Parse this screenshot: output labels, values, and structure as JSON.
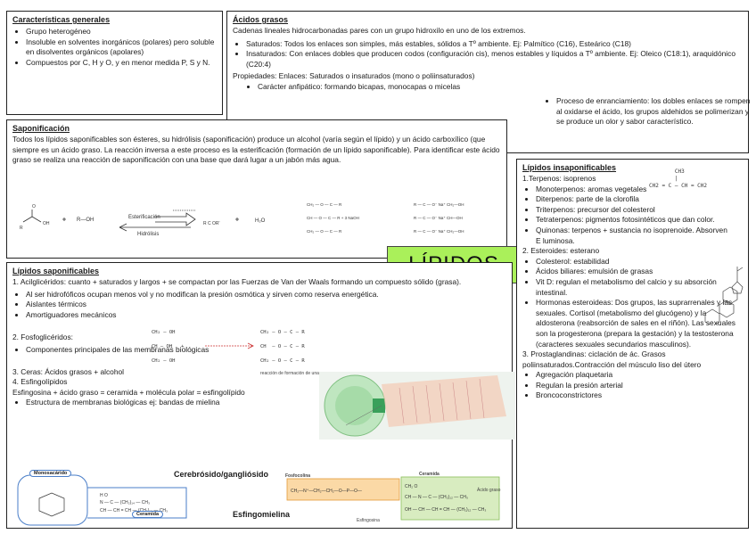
{
  "generales": {
    "title": "Características generales",
    "items": [
      "Grupo heterogéneo",
      "Insoluble en solventes inorgánicos (polares) pero soluble en disolventes orgánicos (apolares)",
      "Compuestos por C, H y O, y en menor medida P, S y N."
    ]
  },
  "acidos": {
    "title": "Ácidos grasos",
    "intro": "Cadenas lineales hidrocarbonadas pares con un grupo hidroxilo en uno de los extremos.",
    "items": [
      "Saturados: Todos los enlaces son simples, más estables, sólidos a Tº ambiente. Ej: Palmítico (C16), Esteárico (C18)",
      "Insaturados: Con enlaces dobles que producen codos (configuración cis), menos estables y líquidos a Tº ambiente. Ej: Oleico (C18:1), araquidónico (C20:4)"
    ],
    "propiedades": "Propiedades: Enlaces: Saturados o insaturados (mono o poliinsaturados)",
    "anfipatico": "Carácter anfipático: formando bicapas, monocapas o micelas",
    "enranciamiento": "Proceso de enranciamiento: los dobles enlaces se rompen al oxidarse el ácido, los grupos aldehidos se polimerizan y se produce un olor y sabor característico."
  },
  "saponificacion": {
    "title": "Saponificación",
    "text": "Todos los lípidos saponificables son ésteres, su hidrólisis (saponificación) produce un alcohol (varía según el lípido) y un ácido carboxílico (que siempre es un ácido graso. La reacción inversa a este proceso es la esterificación (formación de un lípido saponificable). Para identificar este ácido graso se realiza una reacción de saponificación con una base que dará lugar a un jabón más agua.",
    "arrow_top": "Esterificación",
    "arrow_bottom": "Hidrólisis"
  },
  "banner": "LÍPIDOS",
  "saponificables": {
    "title": "Lípidos saponificables",
    "acil": "1. Acilglicéridos: cuanto + saturados y largos + se compactan por las Fuerzas de Van der Waals formando un compuesto sólido (grasa).",
    "acil_items": [
      "Al ser hidrofóficos ocupan menos vol y no modifican la presión osmótica y sirven como reserva energética.",
      "Aislantes térmicos",
      "Amortiguadores mecánicos"
    ],
    "fosfo": "2. Fosfoglicéridos:",
    "fosfo_items": [
      "Componentes principales de las membranas biológicas"
    ],
    "ceras": "3. Ceras: Ácidos grasos + alcohol",
    "esfingo": "4. Esfingolípidos",
    "esfingo_def": "Esfingosina + ácido graso = ceramida + molécula polar = esfingolípido",
    "esfingo_items": [
      "Estructura de membranas biológicas ej: bandas de mielina"
    ],
    "cerebrosido": "Cerebrósido/gangliósido",
    "esfingomielina": "Esfingomielina",
    "monosacarido": "Monosacárido",
    "ceramida": "Ceramida",
    "fosfocolina": "Fosfocolina",
    "acido_graso": "Ácido graso",
    "esfingosina": "Esfingosina",
    "reaccion": "reacción de formación de una grasa"
  },
  "insaponificables": {
    "title": "Lípidos insaponificables",
    "terpenos": "1.Terpenos: isoprenos",
    "terpenos_items": [
      "Monoterpenos: aromas vegetales",
      "Diterpenos: parte de la clorofila",
      "Triterpenos: precursor del colesterol",
      "Tetraterpenos: pigmentos fotosintéticos que dan color.",
      "Quinonas: terpenos + sustancia no isoprenoide. Absorven E luminosa."
    ],
    "esteroides": "2. Esteroides: esterano",
    "esteroides_items": [
      "Colesterol: estabilidad",
      "Ácidos biliares: emulsión de grasas",
      "Vit D: regulan el metabolismo del calcio y su absorción intestinal.",
      "Hormonas esteroideas: Dos grupos, las suprarrenales y las sexuales. Cortisol (metabolismo del glucógeno) y la aldosterona (reabsorción de sales en el riñón). Las sexuales son la progesterona (prepara la gestación) y la testosterona (caracteres sexuales secundarios masculinos)."
    ],
    "prosta": "3. Prostaglandinas: ciclación de ác. Grasos poliinsaturados.Contracción del músculo liso del útero",
    "prosta_items": [
      "Agregación plaquetaria",
      "Regulan la presión arterial",
      "Broncoconstrictores"
    ]
  }
}
